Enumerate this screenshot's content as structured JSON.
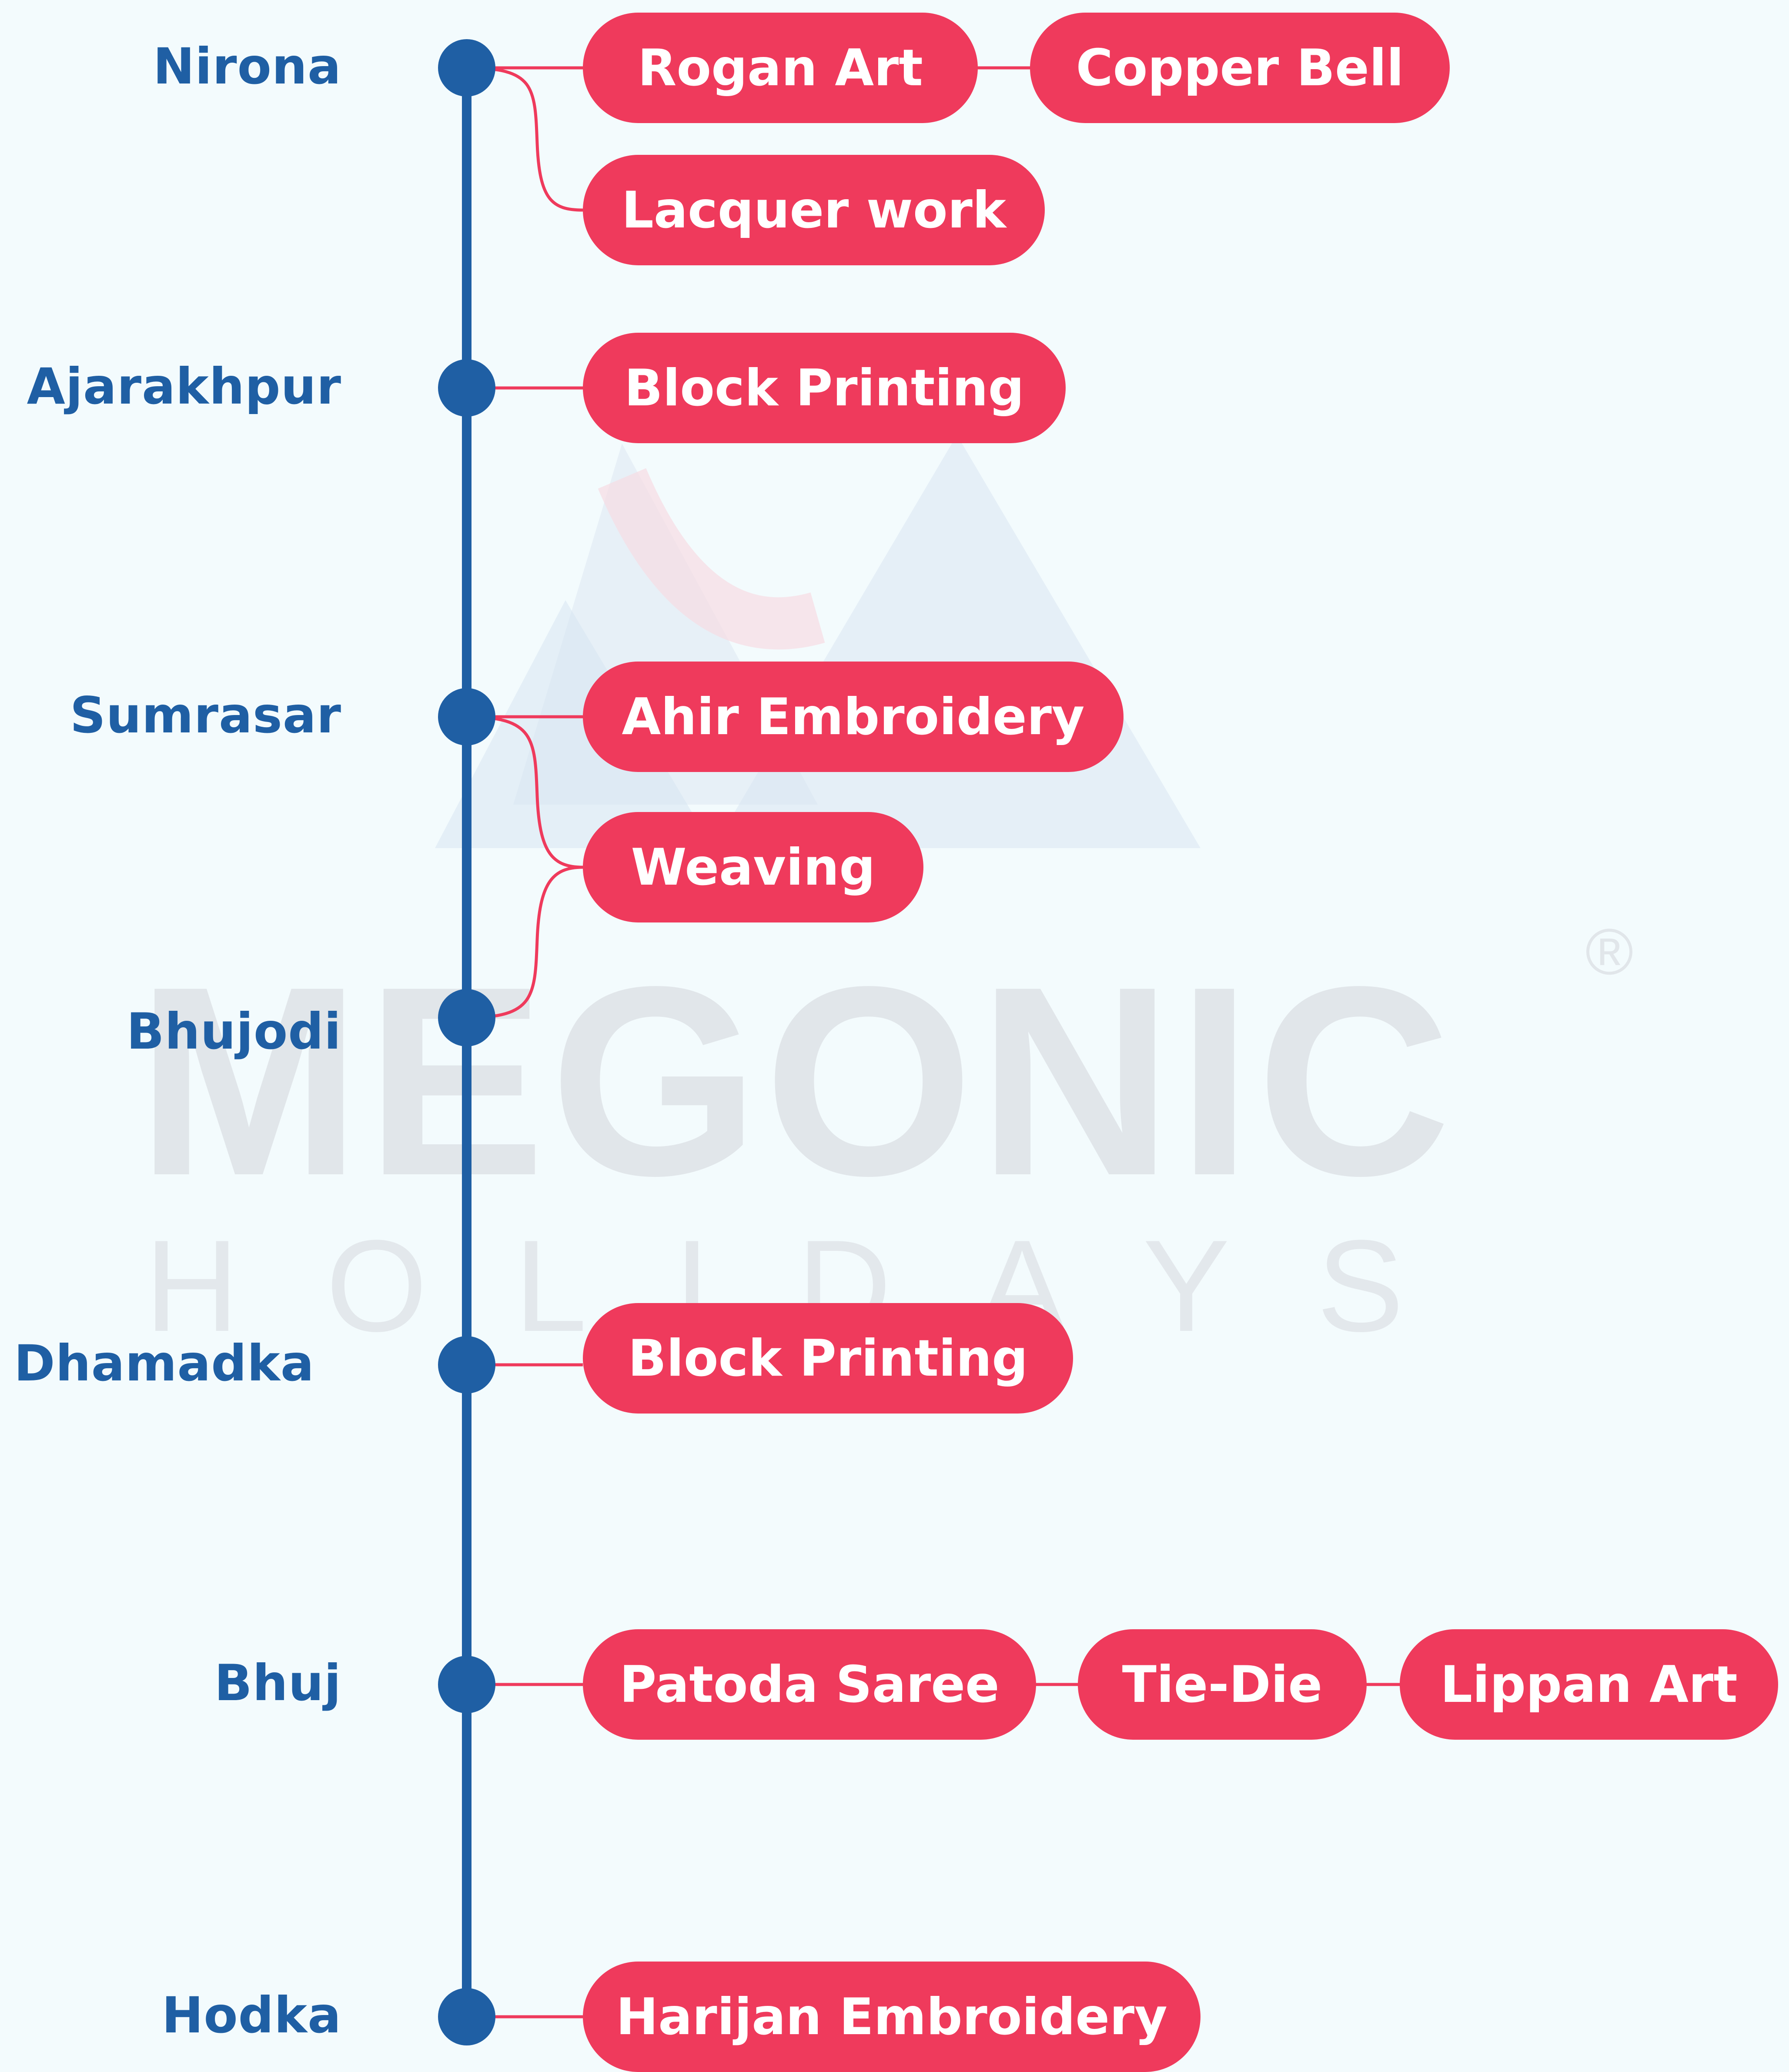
{
  "watermark": {
    "brand": "MEGONIC",
    "sub": "HOLIDAYS",
    "registered": "®"
  },
  "villages": [
    {
      "name": "Nirona",
      "crafts": [
        "Rogan Art",
        "Copper Bell",
        "Lacquer work"
      ]
    },
    {
      "name": "Ajarakhpur",
      "crafts": [
        "Block Printing"
      ]
    },
    {
      "name": "Sumrasar",
      "crafts": [
        "Ahir Embroidery",
        "Weaving"
      ]
    },
    {
      "name": "Bhujodi",
      "crafts": [
        "Weaving"
      ]
    },
    {
      "name": "Dhamadka",
      "crafts": [
        "Block Printing"
      ]
    },
    {
      "name": "Bhuj",
      "crafts": [
        "Patoda Saree",
        "Tie-Die",
        "Lippan Art"
      ]
    },
    {
      "name": "Hodka",
      "crafts": [
        "Harijan Embroidery"
      ]
    }
  ],
  "colors": {
    "timeline": "#1f5fa4",
    "pill": "#ef3a5c",
    "background": "#f3fbfd"
  }
}
